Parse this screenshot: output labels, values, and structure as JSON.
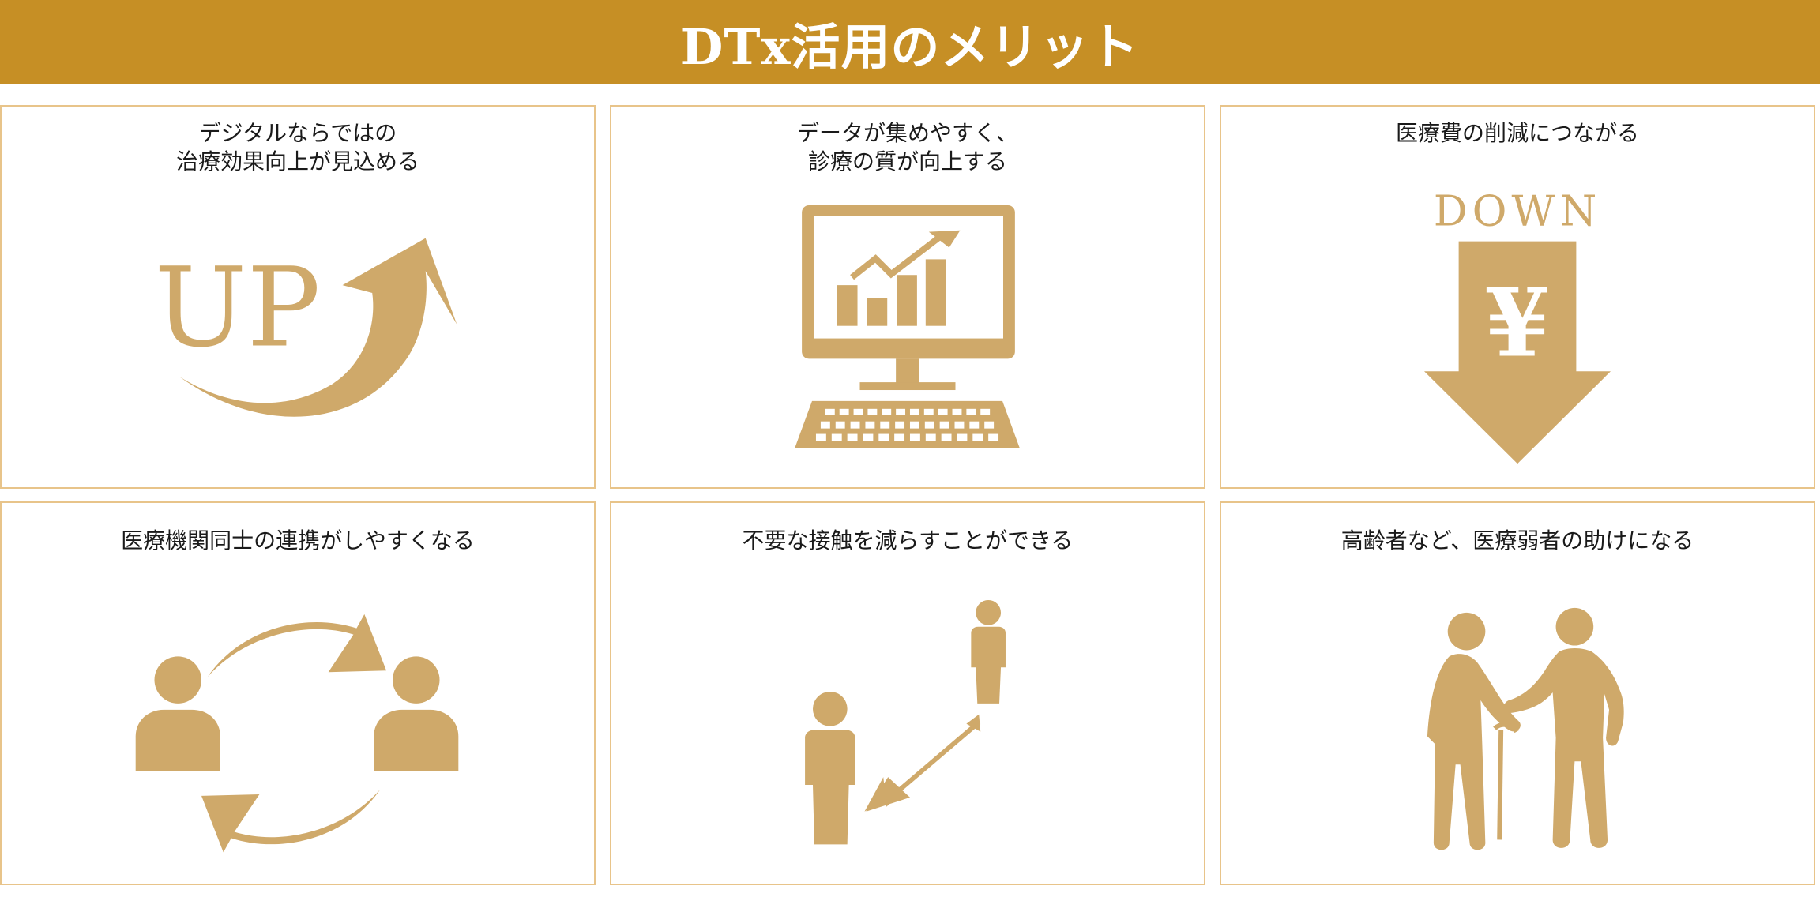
{
  "header": {
    "title": "DTx活用のメリット",
    "background_color": "#C68F25",
    "text_color": "#FFFFFF"
  },
  "colors": {
    "icon": "#CFA96A",
    "card_border": "#E8C48A"
  },
  "cards": [
    {
      "title": "デジタルならではの\n治療効果向上が見込める",
      "icon": "up-arrow-icon",
      "icon_text": "UP"
    },
    {
      "title": "データが集めやすく、\n診療の質が向上する",
      "icon": "computer-chart-icon"
    },
    {
      "title": "医療費の削減につながる",
      "icon": "yen-down-arrow-icon",
      "icon_text": "DOWN",
      "icon_symbol": "¥"
    },
    {
      "title": "医療機関同士の連携がしやすくなる",
      "icon": "people-exchange-icon"
    },
    {
      "title": "不要な接触を減らすことができる",
      "icon": "social-distance-icon"
    },
    {
      "title": "高齢者など、医療弱者の助けになる",
      "icon": "caregiver-elderly-icon"
    }
  ]
}
